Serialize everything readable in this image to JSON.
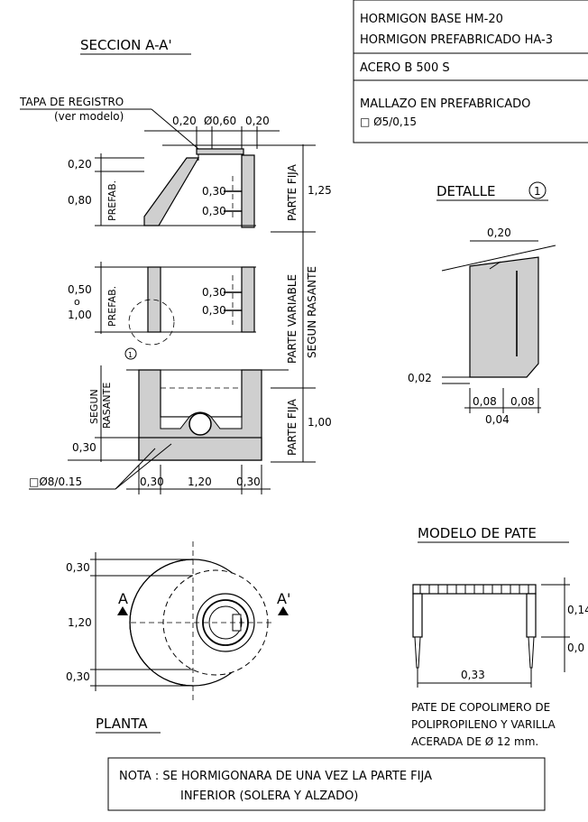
{
  "spec_box": {
    "line1": "HORMIGON BASE HM-20",
    "line2": "HORMIGON PREFABRICADO HA-3",
    "line3": "ACERO B 500 S",
    "line4": "MALLAZO EN PREFABRICADO",
    "line5": "□ Ø5/0,15"
  },
  "section": {
    "title": "SECCION A-A'",
    "tapa_label": "TAPA DE REGISTRO",
    "tapa_sub": "(ver modelo)",
    "top_dims": [
      "0,20",
      "Ø0,60",
      "0,20"
    ],
    "d_020": "0,20",
    "d_080": "0,80",
    "prefab1": "PREFAB.",
    "pate_030a": "0,30",
    "pate_030b": "0,30",
    "parte_fija_top": "PARTE FIJA",
    "h_125": "1,25",
    "d_050": "0,50",
    "d_o": "o",
    "d_100a": "1,00",
    "prefab2": "PREFAB.",
    "pate_030c": "0,30",
    "pate_030d": "0,30",
    "detail_ref": "1",
    "parte_variable": "PARTE VARIABLE",
    "segun_rasante_v": "SEGUN RASANTE",
    "segun": "SEGUN",
    "rasante": "RASANTE",
    "parte_fija_bot": "PARTE FIJA",
    "h_100": "1,00",
    "base_030": "0,30",
    "mesh": "□Ø8/0.15",
    "bot_dims": [
      "0,30",
      "1,20",
      "0,30"
    ]
  },
  "detalle": {
    "title": "DETALLE",
    "num": "1",
    "d_020": "0,20",
    "d_002": "0,02",
    "d_008a": "0,08",
    "d_008b": "0,08",
    "d_004": "0,04"
  },
  "planta": {
    "title": "PLANTA",
    "d_030a": "0,30",
    "d_120": "1,20",
    "d_030b": "0,30",
    "a_left": "A",
    "a_right": "A'"
  },
  "modelo": {
    "title": "MODELO DE PATE",
    "d_014": "0,14",
    "d_0c": "0,0",
    "d_033": "0,33",
    "desc1": "PATE DE COPOLIMERO DE",
    "desc2": "POLIPROPILENO Y VARILLA",
    "desc3": "ACERADA DE Ø 12 mm."
  },
  "nota": {
    "line1": "NOTA : SE HORMIGONARA DE UNA VEZ LA PARTE FIJA",
    "line2": "INFERIOR (SOLERA Y ALZADO)"
  }
}
